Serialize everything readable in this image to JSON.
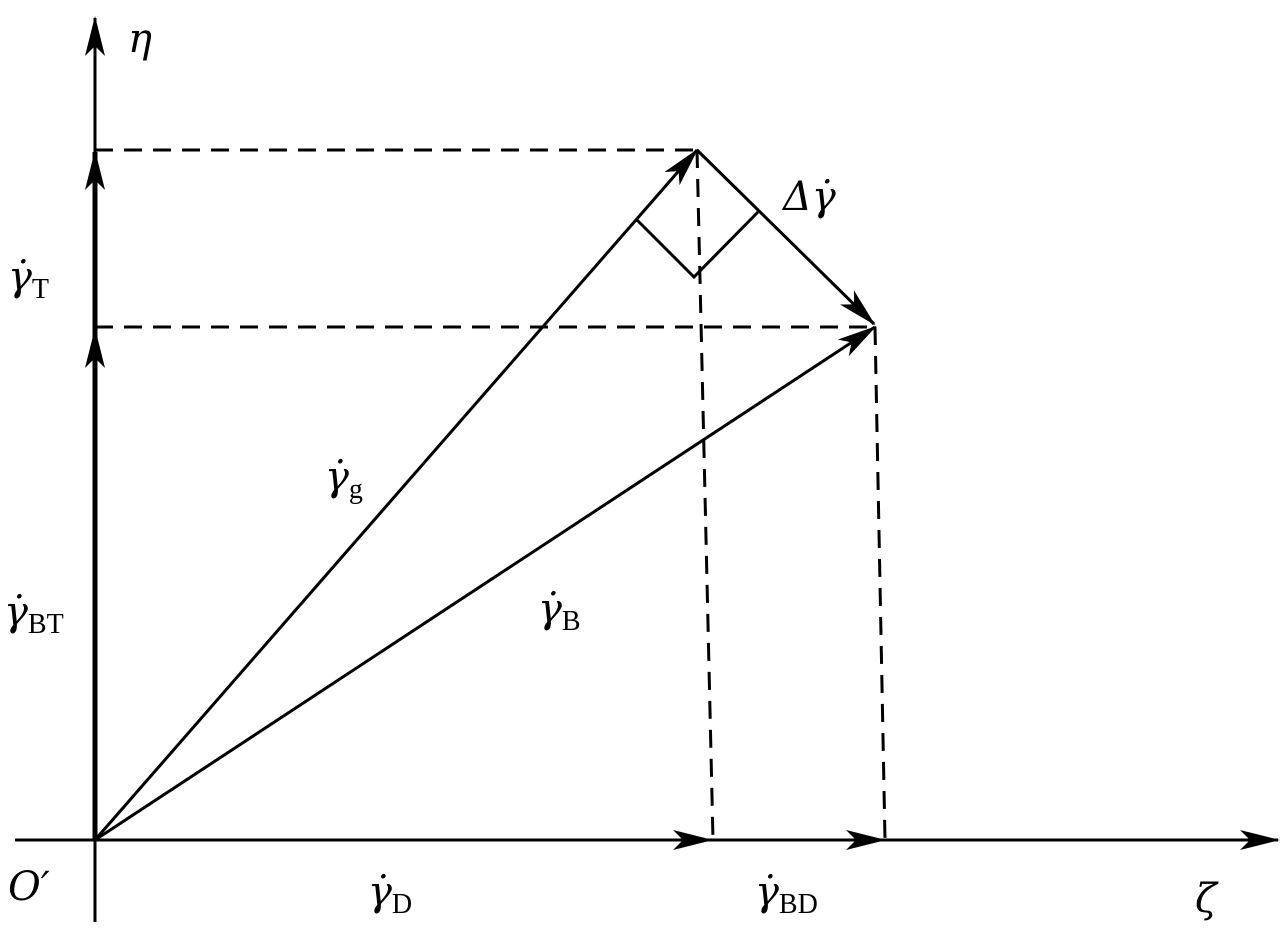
{
  "axes": {
    "vertical_label": "η",
    "horizontal_label": "ζ",
    "origin_label": "O′"
  },
  "vectors": [
    {
      "id": "gamma_T",
      "symbol": "γ̇",
      "subscript": "T"
    },
    {
      "id": "gamma_BT",
      "symbol": "γ̇",
      "subscript": "BT"
    },
    {
      "id": "gamma_g",
      "symbol": "γ̇",
      "subscript": "g"
    },
    {
      "id": "gamma_B",
      "symbol": "γ̇",
      "subscript": "B"
    },
    {
      "id": "delta_gamma",
      "symbol": "Δγ̇",
      "subscript": ""
    },
    {
      "id": "gamma_D",
      "symbol": "γ̇",
      "subscript": "D"
    },
    {
      "id": "gamma_BD",
      "symbol": "γ̇",
      "subscript": "BD"
    }
  ],
  "colors": {
    "ink": "#000000",
    "background": "#ffffff"
  }
}
